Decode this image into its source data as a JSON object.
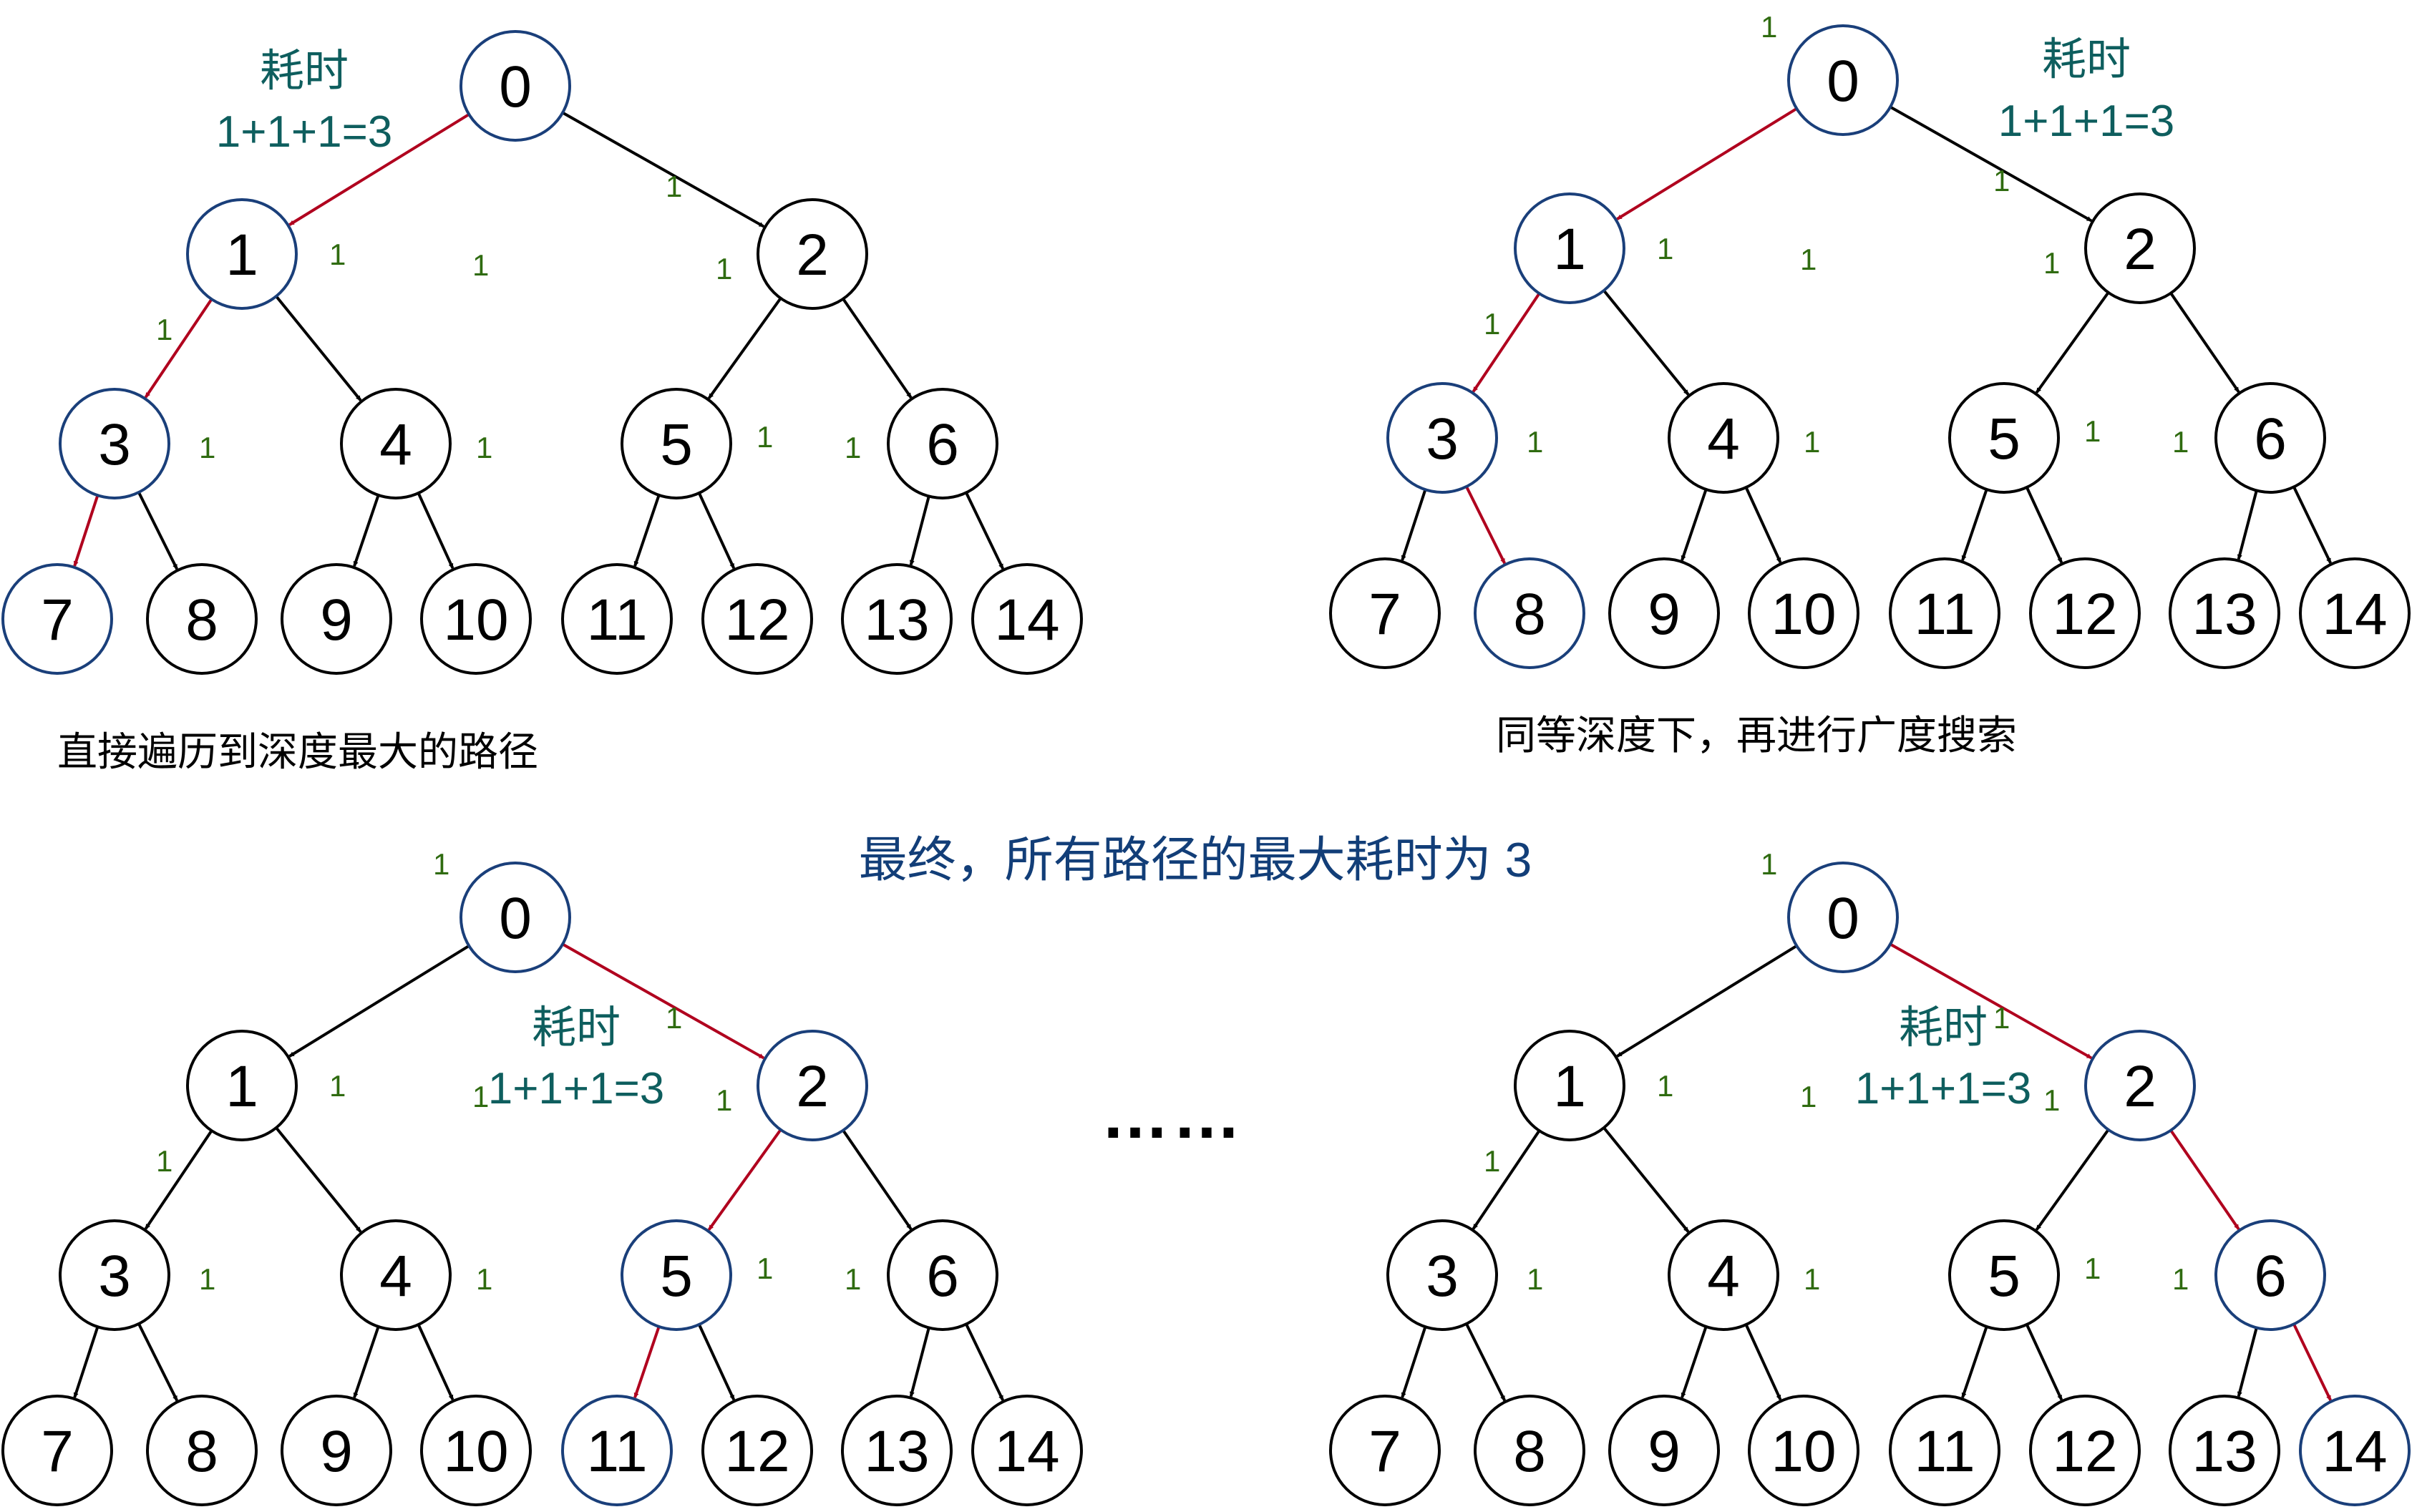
{
  "colors": {
    "highlight_edge": "#b0001e",
    "highlight_node": "#1a3f7a",
    "normal": "#000000",
    "weight": "#2f6b10",
    "cost": "#0e5e5e",
    "title": "#123e78"
  },
  "tree_nodes": [
    "0",
    "1",
    "2",
    "3",
    "4",
    "5",
    "6",
    "7",
    "8",
    "9",
    "10",
    "11",
    "12",
    "13",
    "14"
  ],
  "edge_weight_text": "1",
  "panels": [
    {
      "cost_label": "耗时",
      "cost_formula": "1+1+1=3",
      "caption": "直接遍历到深度最大的路径",
      "highlight_nodes": [
        0,
        1,
        3,
        7
      ],
      "highlight_edges": [
        [
          0,
          1
        ],
        [
          1,
          3
        ],
        [
          3,
          7
        ]
      ]
    },
    {
      "cost_label": "耗时",
      "cost_formula": "1+1+1=3",
      "caption": "同等深度下，再进行广度搜索",
      "highlight_nodes": [
        0,
        1,
        3,
        8
      ],
      "highlight_edges": [
        [
          0,
          1
        ],
        [
          1,
          3
        ],
        [
          3,
          8
        ]
      ]
    },
    {
      "cost_label": "耗时",
      "cost_formula": "1+1+1=3",
      "caption": "",
      "highlight_nodes": [
        0,
        2,
        5,
        11
      ],
      "highlight_edges": [
        [
          0,
          2
        ],
        [
          2,
          5
        ],
        [
          5,
          11
        ]
      ]
    },
    {
      "cost_label": "耗时",
      "cost_formula": "1+1+1=3",
      "caption": "",
      "highlight_nodes": [
        0,
        2,
        6,
        14
      ],
      "highlight_edges": [
        [
          0,
          2
        ],
        [
          2,
          6
        ],
        [
          6,
          14
        ]
      ]
    }
  ],
  "center_title": "最终，所有路径的最大耗时为 3",
  "ellipsis": "……"
}
